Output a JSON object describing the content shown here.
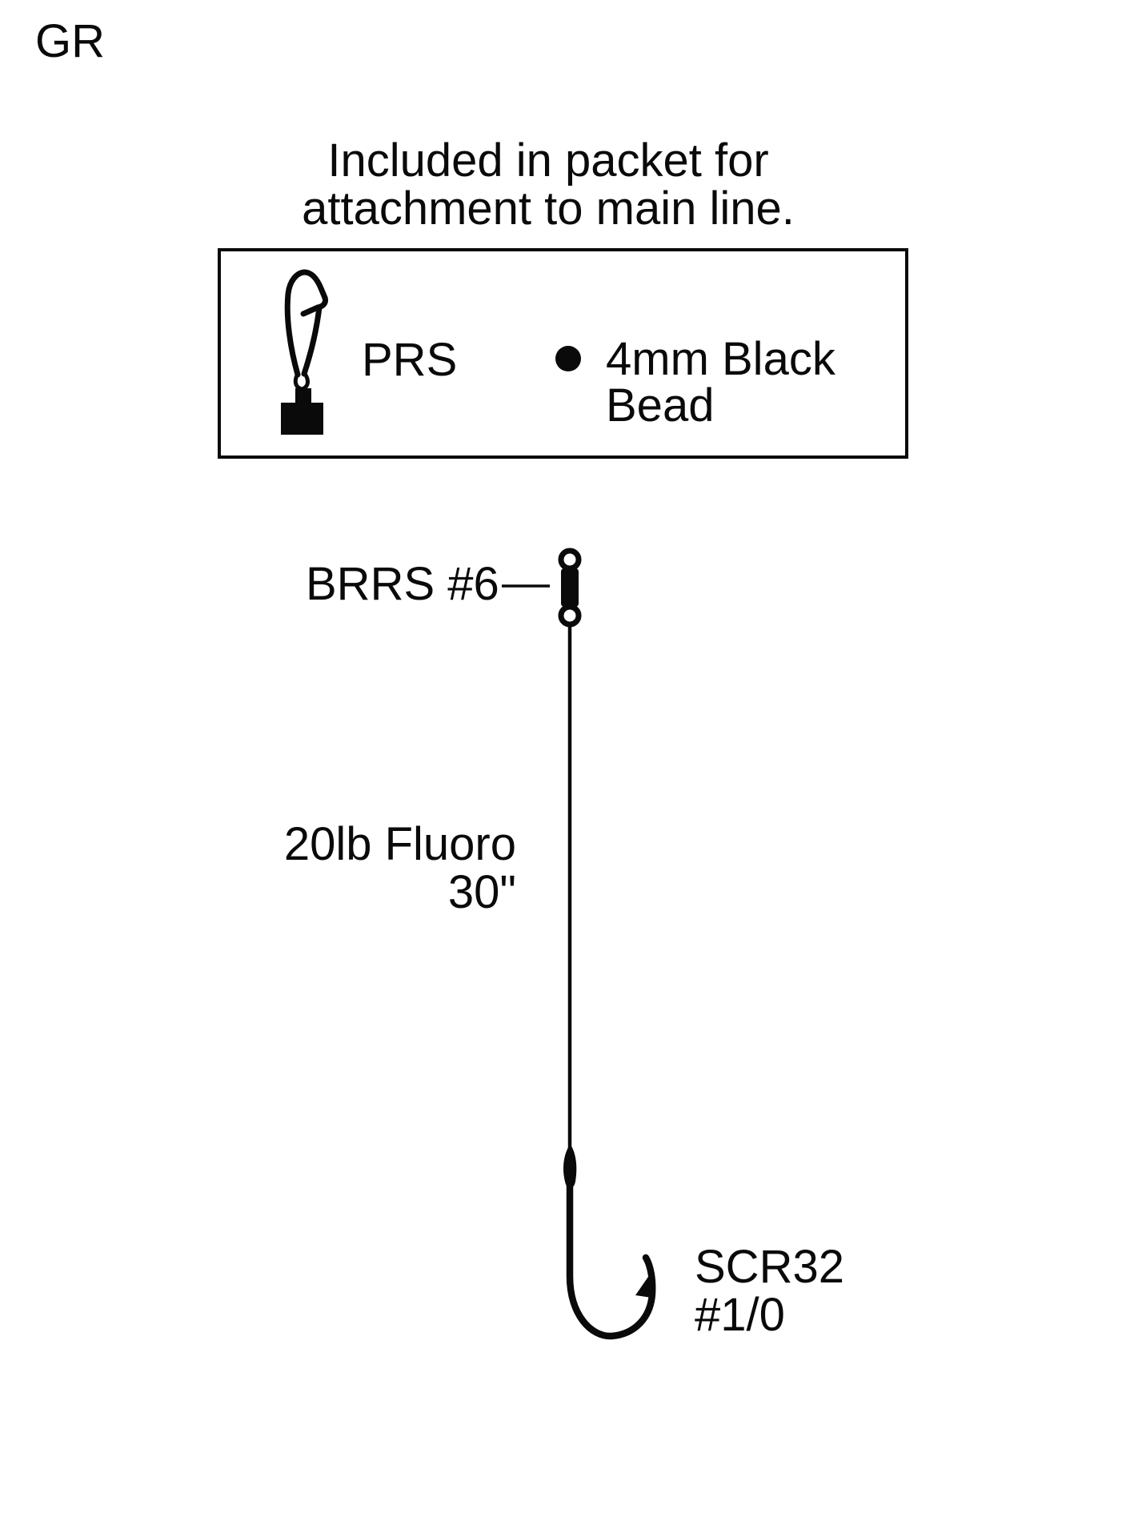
{
  "colors": {
    "background": "#ffffff",
    "ink": "#0a0a0a"
  },
  "header": {
    "code": "GR"
  },
  "note": {
    "line1": "Included in packet for",
    "line2": "attachment to main line."
  },
  "packet_box": {
    "prs": {
      "icon": "prs-snap-clip",
      "label": "PRS"
    },
    "bead": {
      "icon": "black-bead",
      "label_line1": "4mm Black",
      "label_line2": "Bead"
    }
  },
  "rig": {
    "swivel": {
      "icon": "barrel-swivel",
      "label": "BRRS #6"
    },
    "leader": {
      "label_line1": "20lb Fluoro",
      "label_line2": "30\""
    },
    "hook": {
      "icon": "fishing-hook",
      "label_line1": "SCR32",
      "label_line2": "#1/0"
    }
  }
}
